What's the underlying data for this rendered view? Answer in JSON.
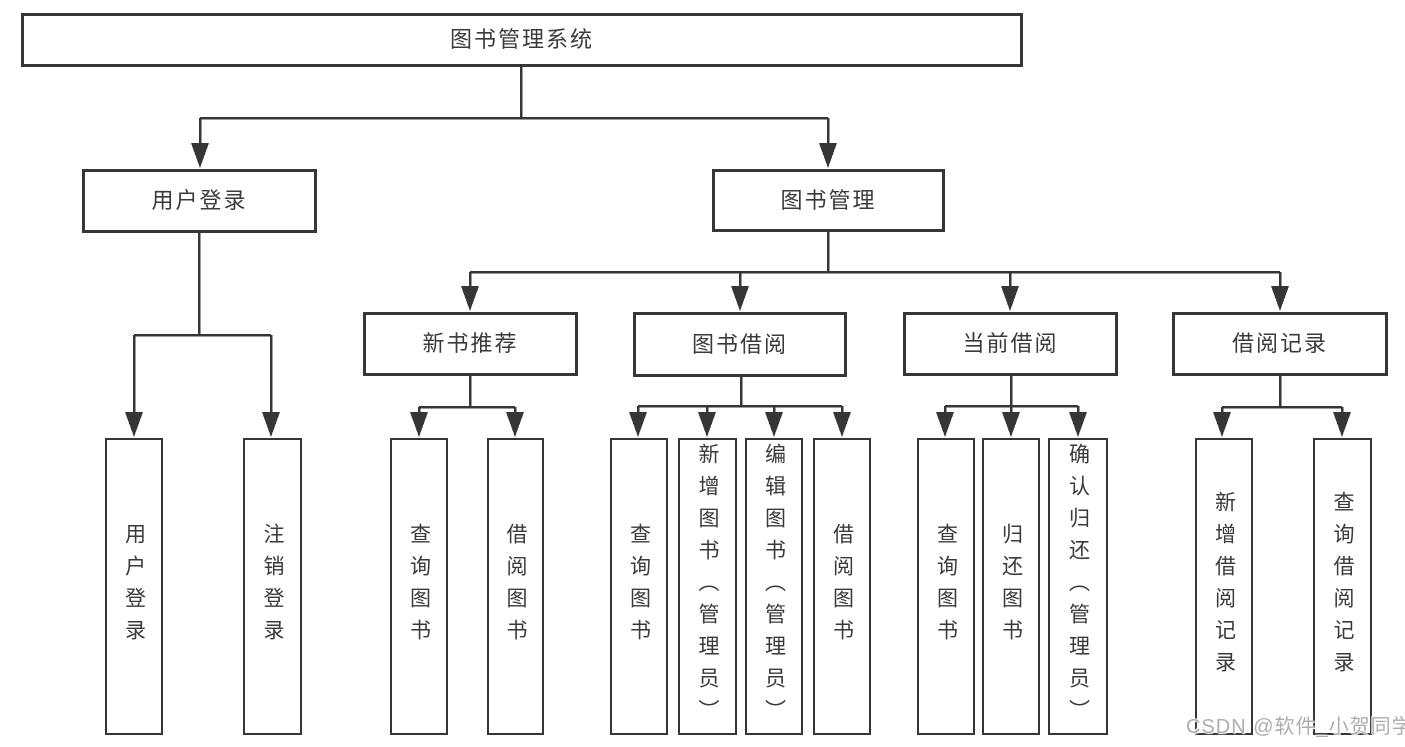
{
  "diagram": {
    "root": "图书管理系统",
    "user_login": {
      "label": "用户登录",
      "children": [
        "用户登录",
        "注销登录"
      ]
    },
    "book_mgmt": {
      "label": "图书管理",
      "sections": [
        {
          "label": "新书推荐",
          "children": [
            "查询图书",
            "借阅图书"
          ]
        },
        {
          "label": "图书借阅",
          "children": [
            "查询图书",
            "新增图书（管理员）",
            "编辑图书（管理员）",
            "借阅图书"
          ]
        },
        {
          "label": "当前借阅",
          "children": [
            "查询图书",
            "归还图书",
            "确认归还（管理员）"
          ]
        },
        {
          "label": "借阅记录",
          "children": [
            "新增借阅记录",
            "查询借阅记录"
          ]
        }
      ]
    }
  },
  "watermark": "CSDN @软件_小贺同学",
  "colors": {
    "line": "#363636",
    "text": "#3a3a3a",
    "background": "#ffffff",
    "watermark": "#adadad"
  }
}
